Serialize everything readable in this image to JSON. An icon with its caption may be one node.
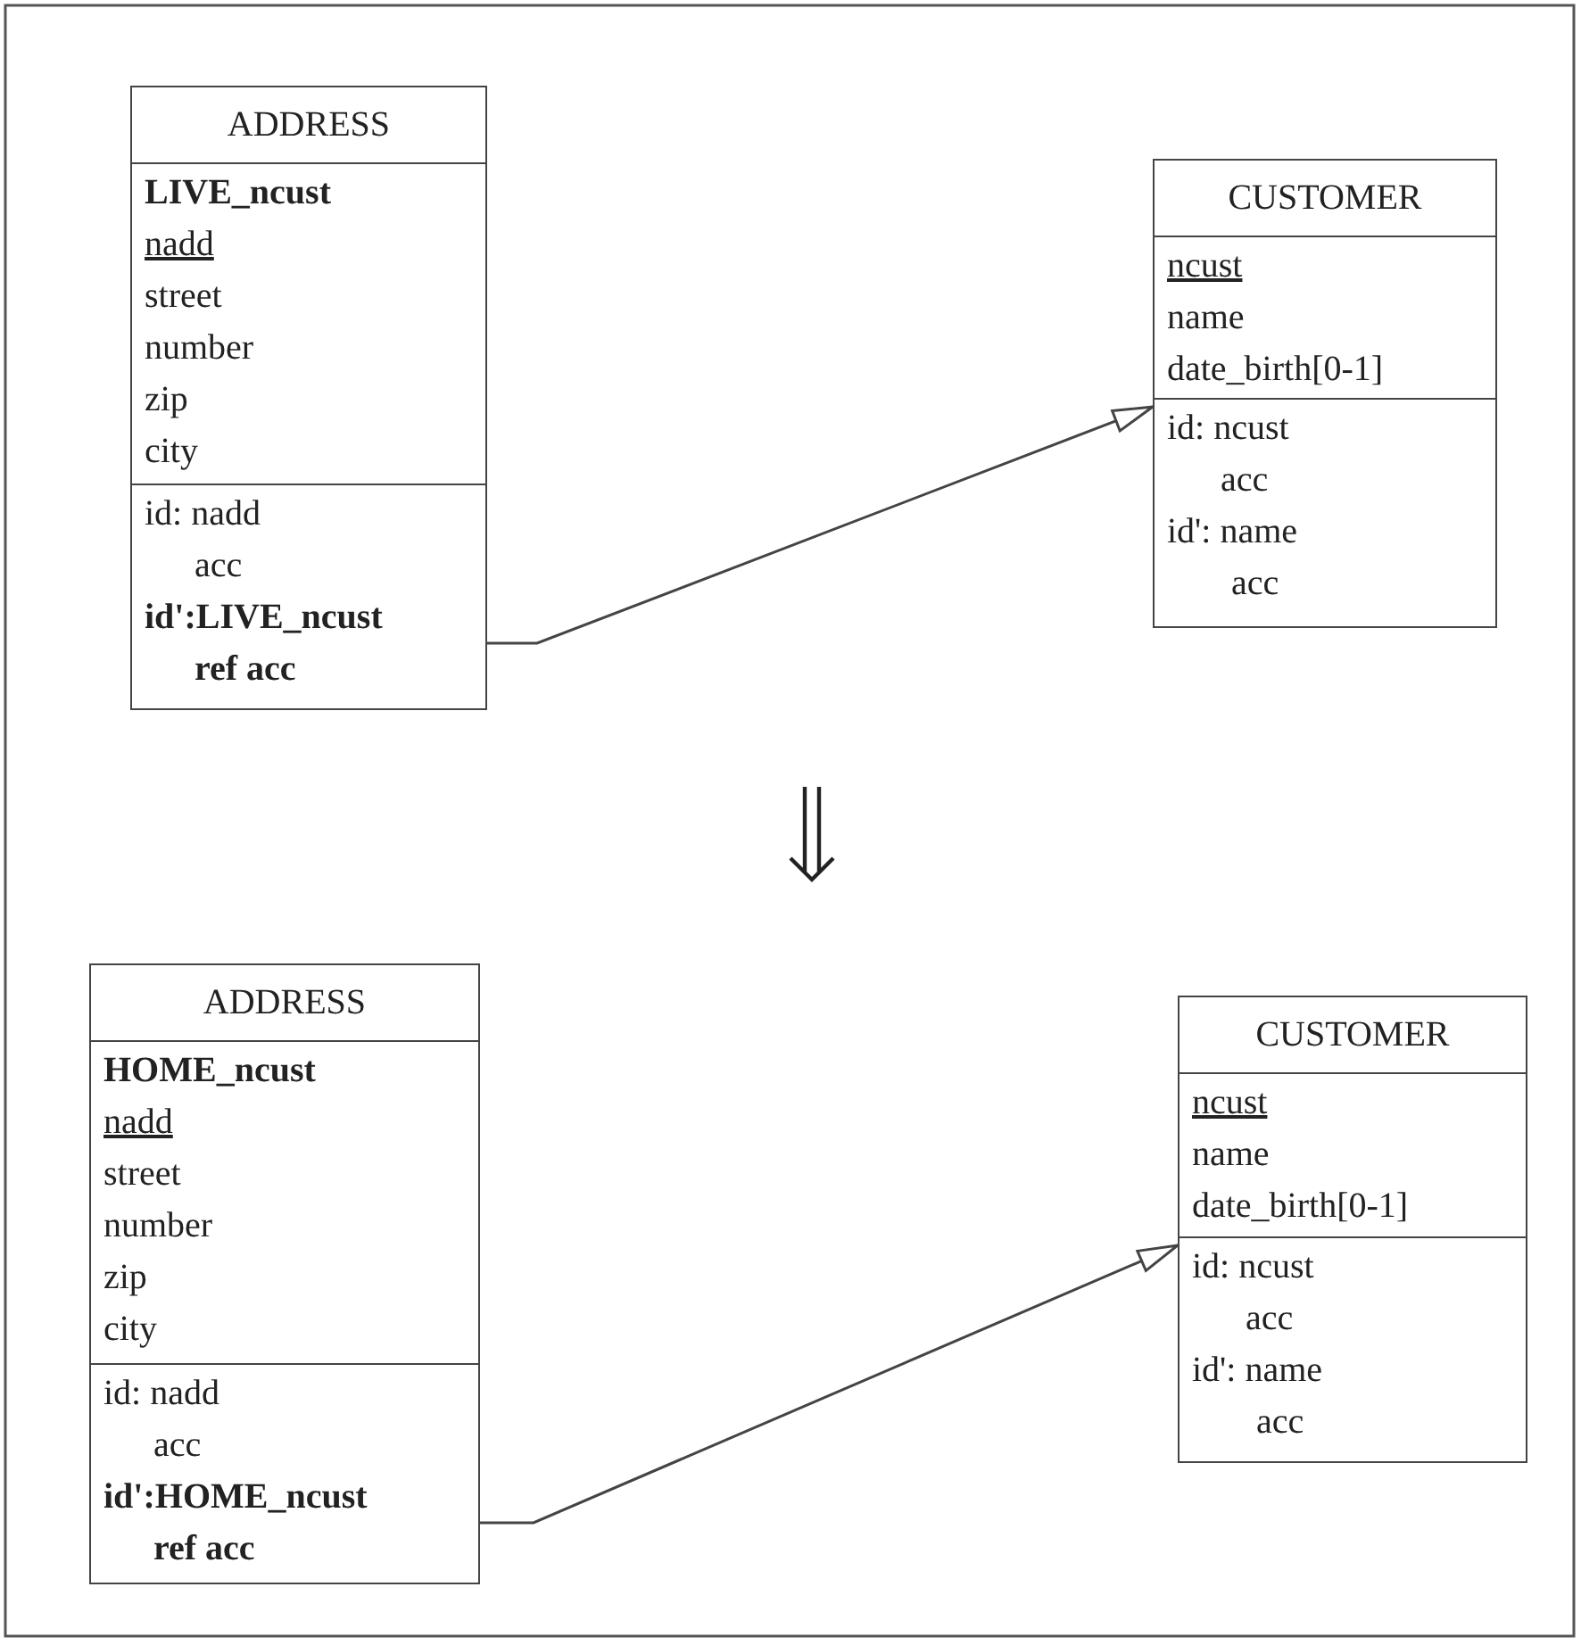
{
  "diagram": {
    "nodes": [
      {
        "text": [
          "ADDRESS"
        ]
      },
      {
        "text": [
          "LIVE_ncust",
          "nadd",
          "street",
          "number",
          "zip",
          "city"
        ],
        "in": 0
      },
      {
        "text": [
          "id: nadd",
          "acc",
          "id':LIVE_ncust",
          "ref acc"
        ],
        "in": 0
      },
      {
        "text": [
          "CUSTOMER"
        ]
      },
      {
        "text": [
          "ncust",
          "name",
          "date_birth[0-1]"
        ],
        "in": 3
      },
      {
        "text": [
          "id: ncust",
          "acc",
          "id': name",
          "acc"
        ],
        "in": 3
      },
      {
        "text": [
          "ADDRESS"
        ]
      },
      {
        "text": [
          "HOME_ncust",
          "nadd",
          "street",
          "number",
          "zip",
          "city"
        ],
        "in": 6
      },
      {
        "text": [
          "id: nadd",
          "acc",
          "id':HOME_ncust",
          "ref acc"
        ],
        "in": 6
      },
      {
        "text": [
          "CUSTOMER"
        ]
      },
      {
        "text": [
          "ncust",
          "name",
          "date_birth[0-1]"
        ],
        "in": 9
      },
      {
        "text": [
          "id: ncust",
          "acc",
          "id': name",
          "acc"
        ],
        "in": 9
      }
    ],
    "edges": [
      {
        "from": 2,
        "to": 5,
        "arrow": "to"
      },
      {
        "from": 8,
        "to": 11,
        "arrow": "to"
      }
    ]
  }
}
